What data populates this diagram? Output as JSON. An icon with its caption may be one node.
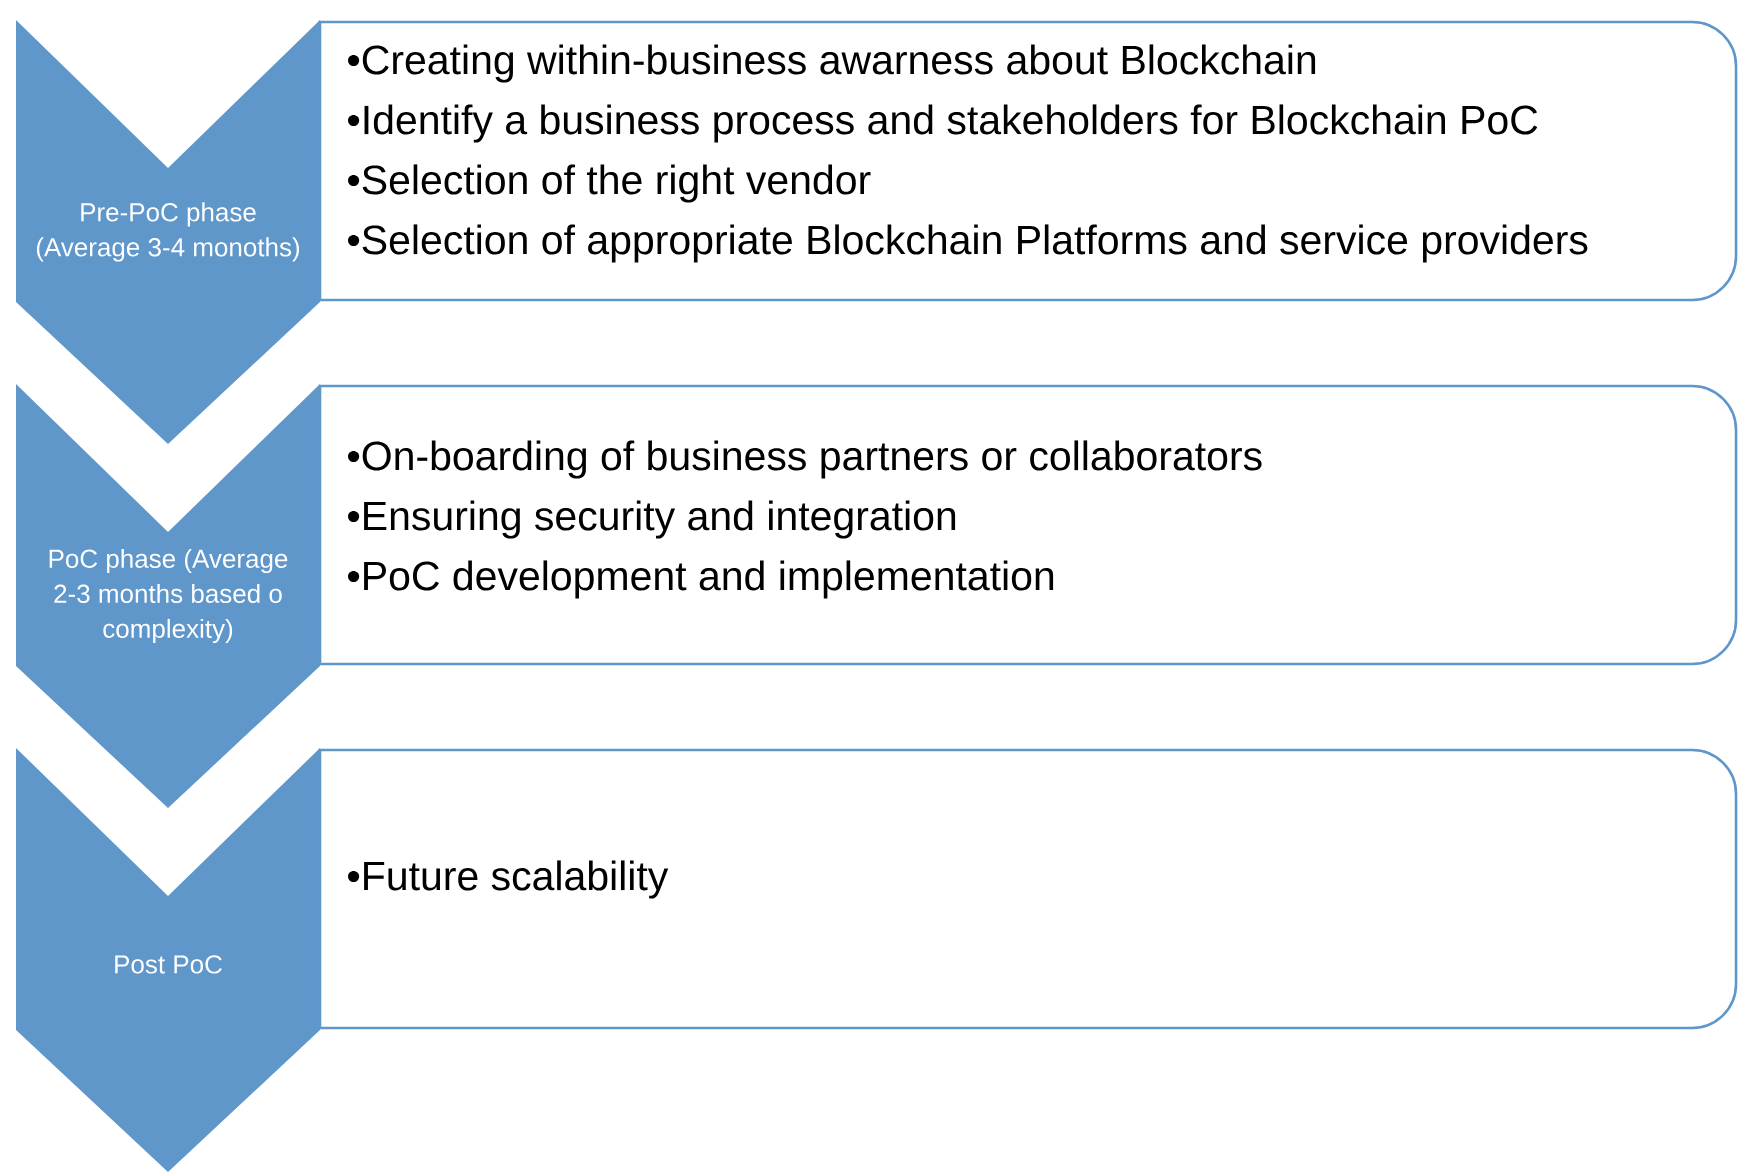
{
  "diagram": {
    "nodes": [
      {
        "text": [
          "Pre-PoC phase (Average 3-4 monoths)"
        ]
      },
      {
        "text": [
          "•Creating within-business awarness about Blockchain",
          "•Identify a business process and stakeholders for Blockchain PoC",
          "•Selection of the right vendor",
          "•Selection of appropriate Blockchain Platforms and service providers"
        ]
      },
      {
        "text": [
          "PoC phase (Average 2-3 months based o complexity)"
        ]
      },
      {
        "text": [
          "•On-boarding of business partners or collaborators",
          "•Ensuring security and integration",
          "•PoC development and implementation"
        ]
      },
      {
        "text": [
          "Post PoC"
        ]
      },
      {
        "text": [
          "•Future scalability"
        ]
      }
    ]
  }
}
